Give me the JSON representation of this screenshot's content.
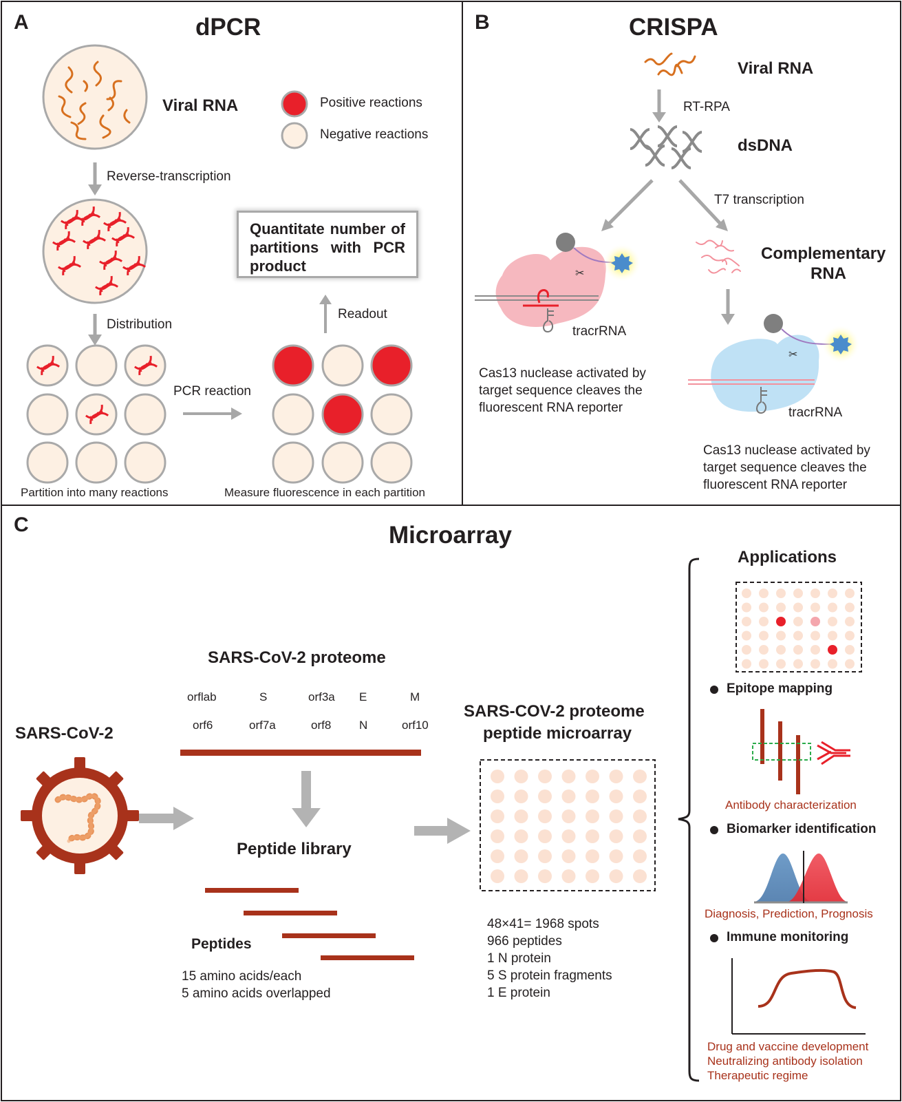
{
  "panel_a": {
    "letter": "A",
    "title": "dPCR",
    "viral_rna": "Viral RNA",
    "legend_positive": "Positive reactions",
    "legend_negative": "Negative reactions",
    "step_rt": "Reverse-transcription",
    "step_distribution": "Distribution",
    "step_pcr": "PCR reaction",
    "step_readout": "Readout",
    "quantitate": "Quantitate number of partitions with PCR product",
    "caption_partition": "Partition into many reactions",
    "caption_measure": "Measure fluorescence in each partition"
  },
  "panel_b": {
    "letter": "B",
    "title": "CRISPA",
    "viral_rna": "Viral RNA",
    "rt_rpa": "RT-RPA",
    "dsdna": "dsDNA",
    "t7": "T7 transcription",
    "complementary_1": "Complementary",
    "complementary_2": "RNA",
    "tracr_1": "tracrRNA",
    "tracr_2": "tracrRNA",
    "cas13_left": [
      "Cas13 nuclease activated by",
      "target sequence cleaves the",
      "fluorescent RNA reporter"
    ],
    "cas13_right": [
      "Cas13 nuclease activated by",
      "target sequence cleaves the",
      "fluorescent RNA reporter"
    ]
  },
  "panel_c": {
    "letter": "C",
    "title": "Microarray",
    "virus_label": "SARS-CoV-2",
    "proteome_title": "SARS-CoV-2 proteome",
    "genes_row1": [
      "orflab",
      "S",
      "orf3a",
      "E",
      "M"
    ],
    "genes_row2": [
      "orf6",
      "orf7a",
      "orf8",
      "N",
      "orf10"
    ],
    "library_title": "Peptide library",
    "peptides_label": "Peptides",
    "peptide_notes": [
      "15 amino acids/each",
      "5 amino acids overlapped"
    ],
    "microarray_title_1": "SARS-COV-2 proteome",
    "microarray_title_2": "peptide microarray",
    "microarray_stats": [
      "48×41= 1968 spots",
      "966 peptides",
      "1 N protein",
      "5 S protein fragments",
      "1 E protein"
    ],
    "applications_title": "Applications",
    "epitope_mapping": "Epitope mapping",
    "antibody_char": "Antibody characterization",
    "biomarker": "Biomarker identification",
    "diagnosis": "Diagnosis, Prediction, Prognosis",
    "immune_monitoring": "Immune monitoring",
    "immune_outcomes": [
      "Drug and vaccine development",
      "Neutralizing antibody isolation",
      "Therapeutic regime"
    ]
  },
  "colors": {
    "positive": "#e8202a",
    "negative": "#fdf0e3",
    "rna": "#d7701f",
    "peptide": "#a8321b",
    "cas_pink": "#f6b8bf",
    "cas_blue": "#bfe1f5",
    "spot": "#fbe1d2",
    "arrow": "#a7a7a7"
  }
}
